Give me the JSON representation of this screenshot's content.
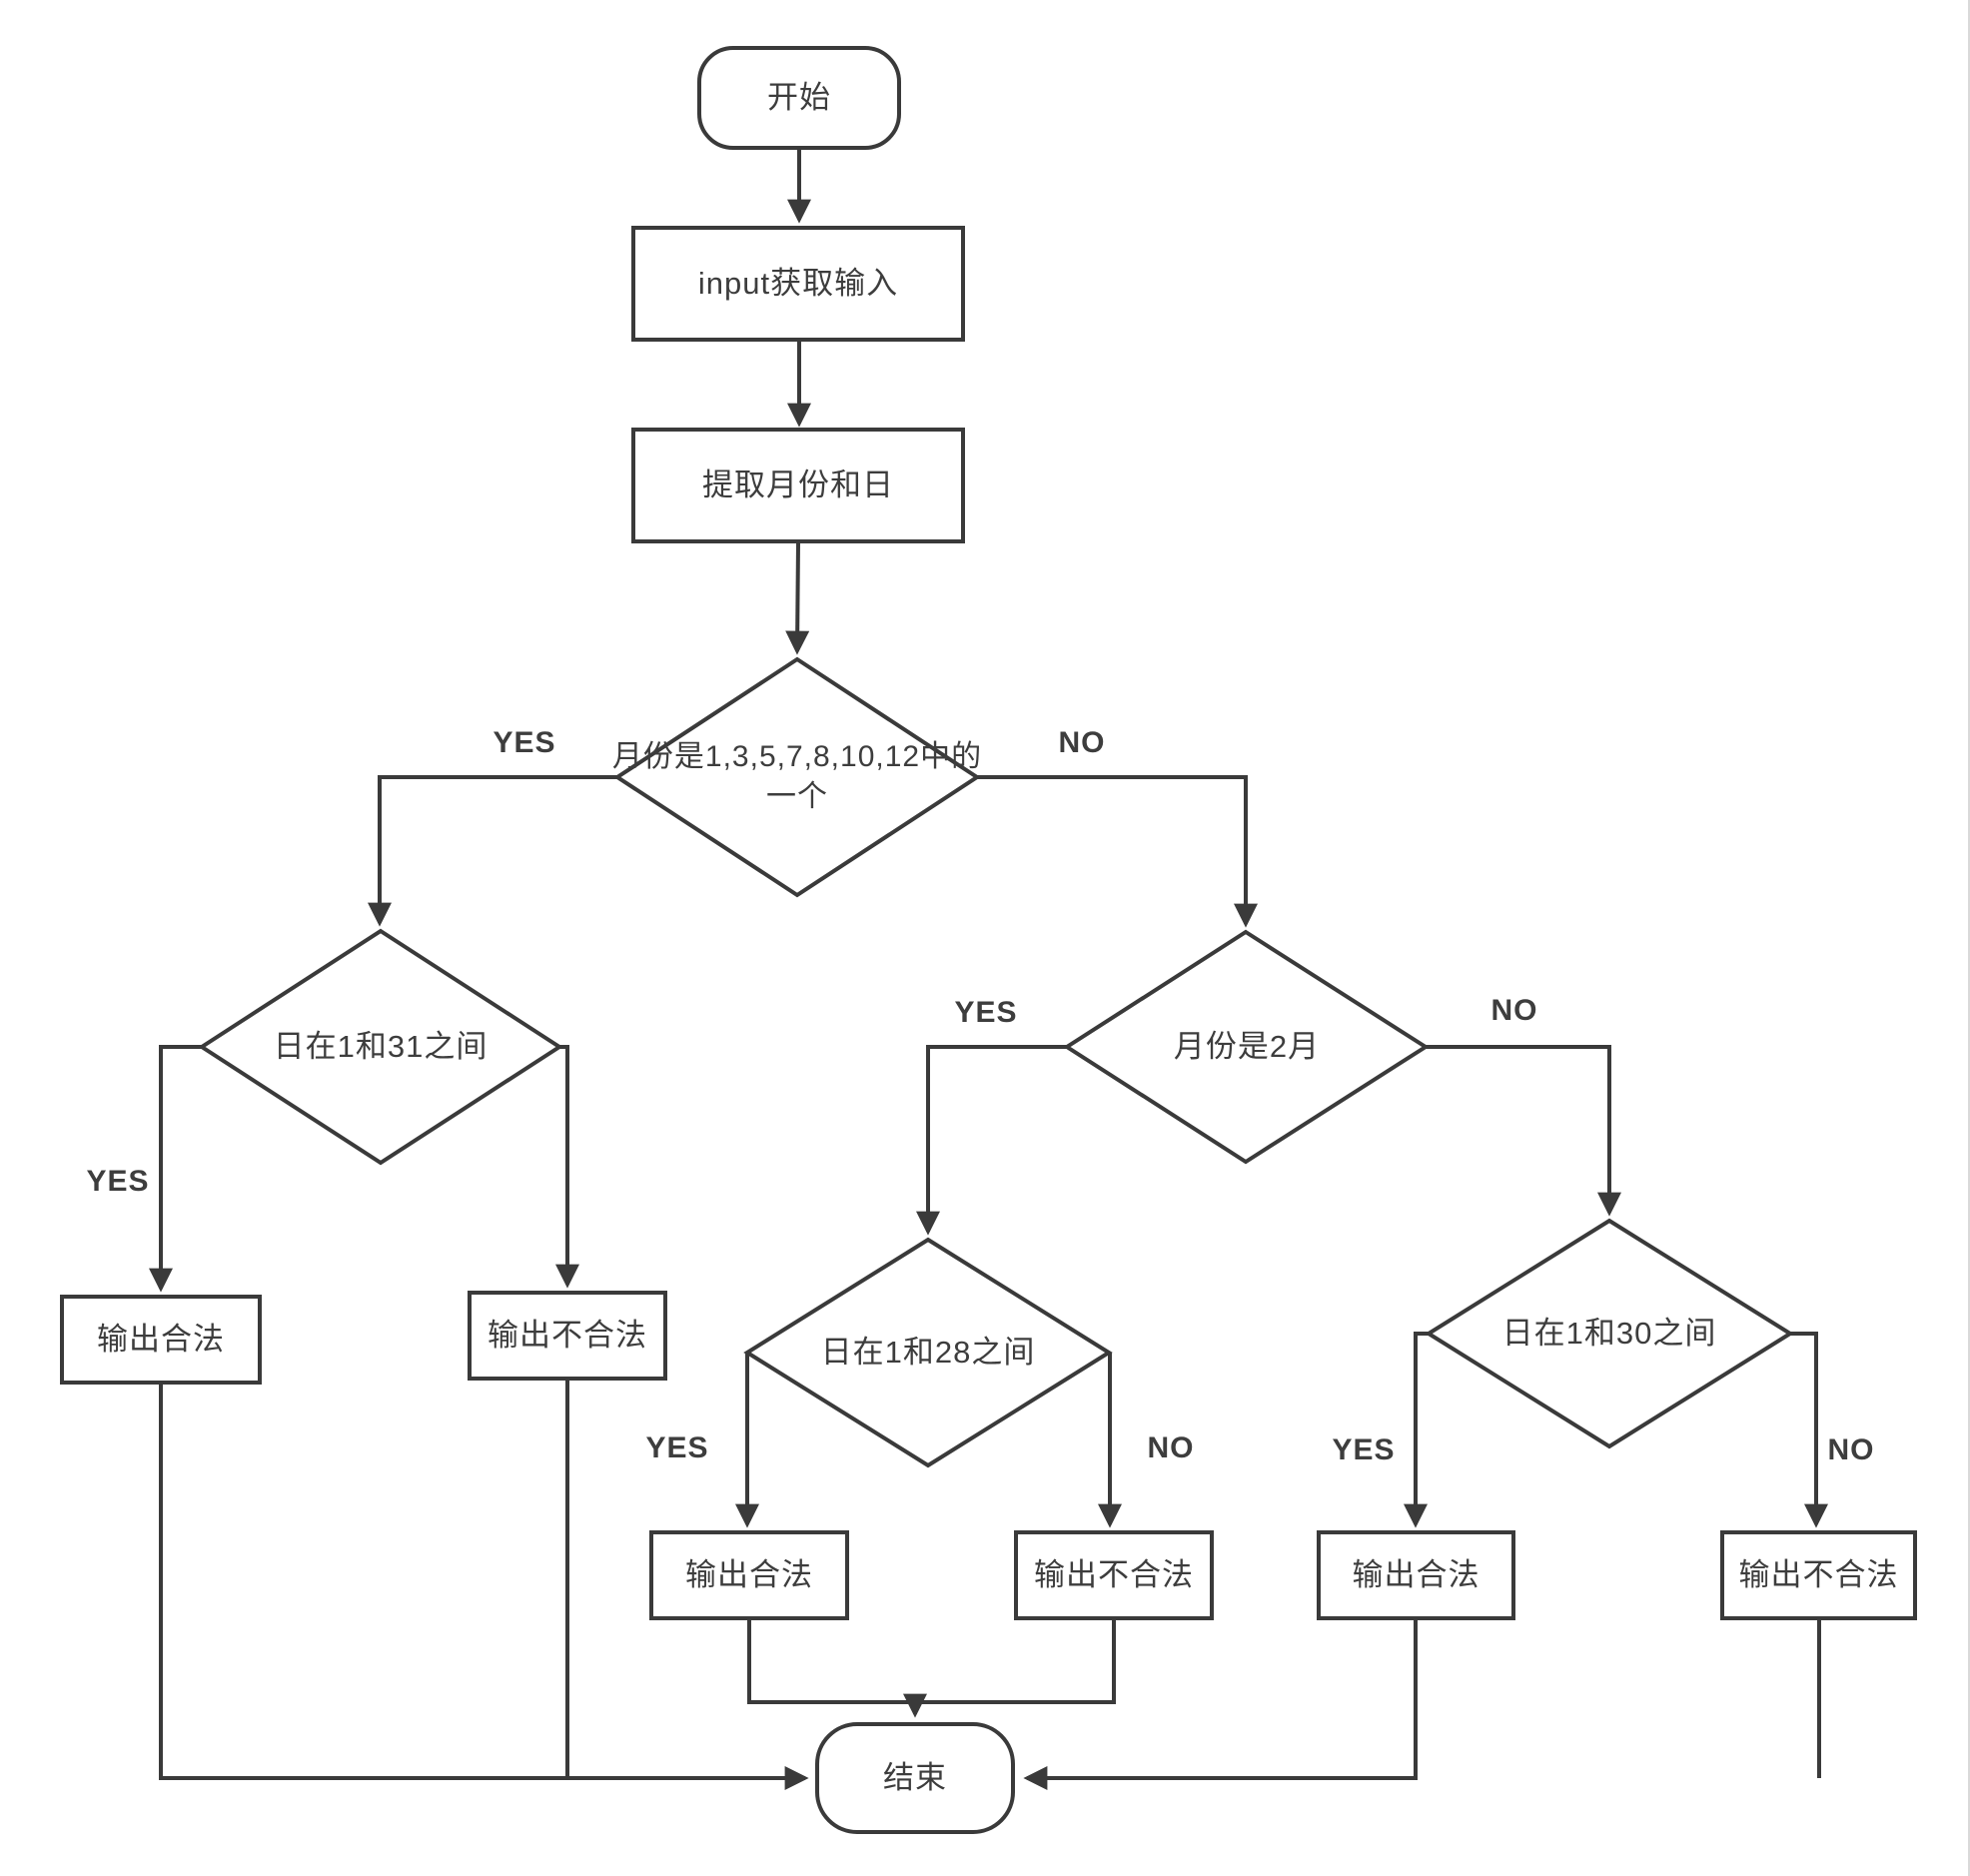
{
  "colors": {
    "line": "#3a3a3a",
    "text": "#3d3d3d",
    "background": "#ffffff"
  },
  "nodes": {
    "start": {
      "label": "开始"
    },
    "input": {
      "label": "input获取输入"
    },
    "extract": {
      "label": "提取月份和日"
    },
    "month_check": {
      "label": "月份是1,3,5,7,8,10,12中的",
      "label_line2": "一个"
    },
    "day31_check": {
      "label": "日在1和31之间"
    },
    "feb_check": {
      "label": "月份是2月"
    },
    "day28_check": {
      "label": "日在1和28之间"
    },
    "day30_check": {
      "label": "日在1和30之间"
    },
    "out_valid_left": {
      "label": "输出合法"
    },
    "out_invalid_left": {
      "label": "输出不合法"
    },
    "out_valid_mid": {
      "label": "输出合法"
    },
    "out_invalid_mid": {
      "label": "输出不合法"
    },
    "out_valid_right": {
      "label": "输出合法"
    },
    "out_invalid_right": {
      "label": "输出不合法"
    },
    "end": {
      "label": "结束"
    }
  },
  "edge_labels": {
    "month_yes": "YES",
    "month_no": "NO",
    "day31_yes": "YES",
    "feb_yes": "YES",
    "feb_no": "NO",
    "day28_yes": "YES",
    "day28_no": "NO",
    "day30_yes": "YES",
    "day30_no": "NO"
  }
}
